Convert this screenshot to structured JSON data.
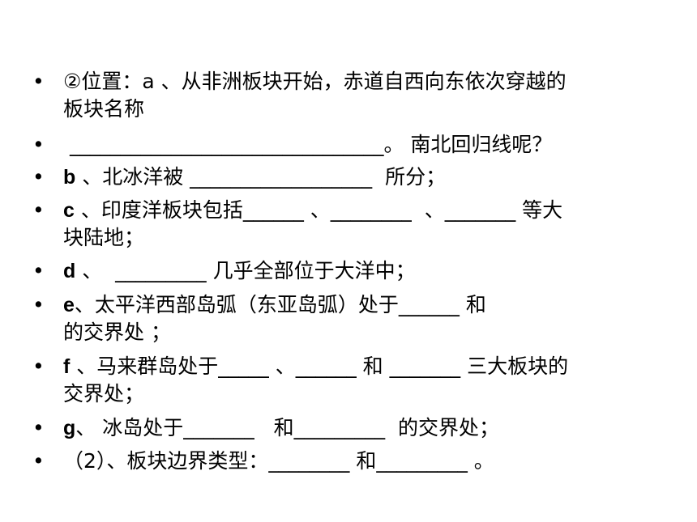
{
  "bullet_char": "•",
  "items": [
    {
      "prefix": "",
      "text": "②位置：a 、从非洲板块开始，赤道自西向东依次穿越的\n板块名称"
    },
    {
      "prefix": "",
      "text": " _______________________________。 南北回归线呢？"
    },
    {
      "prefix": "b",
      "text": " 、北冰洋被 __________________  所分；"
    },
    {
      "prefix": "c",
      "text": " 、印度洋板块包括______ 、________  、_______ 等大\n块陆地；"
    },
    {
      "prefix": "d",
      "text": " 、  _________ 几乎全部位于大洋中；"
    },
    {
      "prefix": "e",
      "text": "、太平洋西部岛弧（东亚岛弧）处于______ 和\n的交界处 ；"
    },
    {
      "prefix": "f",
      "text": " 、马来群岛处于_____ 、______ 和 _______ 三大板块的\n交界处；"
    },
    {
      "prefix": "g",
      "text": "、 冰岛处于_______   和_________  的交界处；"
    },
    {
      "prefix": "",
      "text": "（2）、板块边界类型：________ 和_________ 。"
    }
  ]
}
